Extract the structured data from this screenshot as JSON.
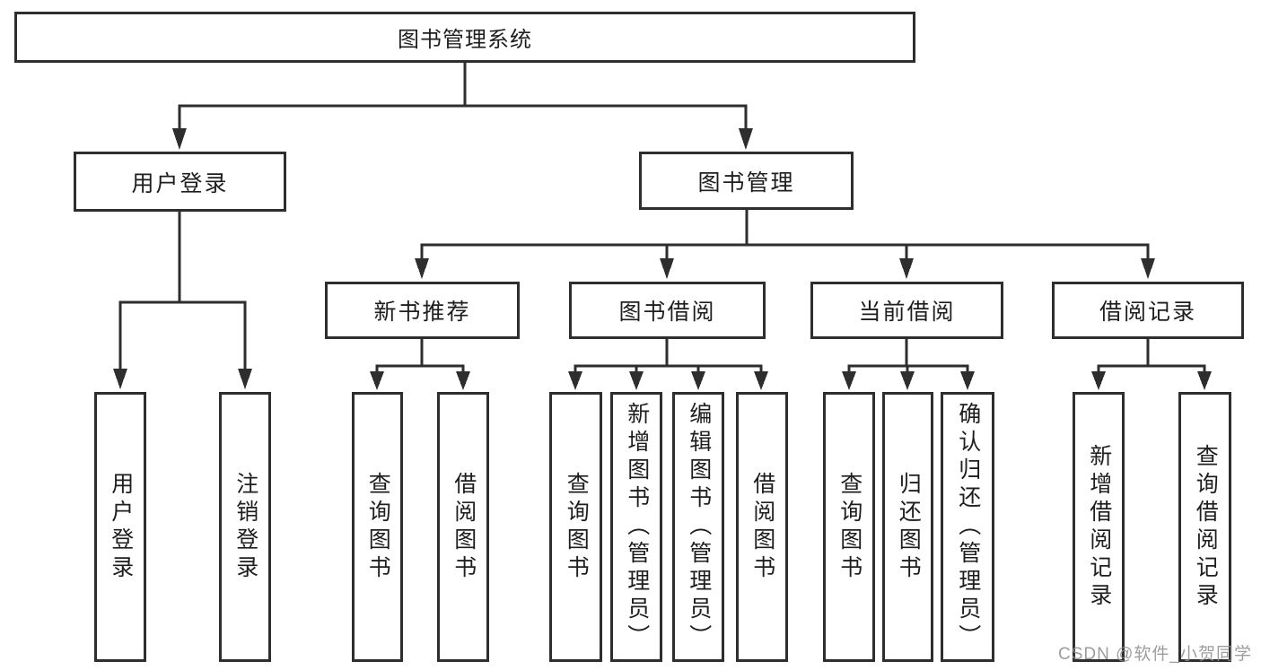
{
  "diagram": {
    "root": {
      "label": "图书管理系统"
    },
    "level2": [
      {
        "label": "用户登录",
        "children": [
          {
            "label": "用户登录"
          },
          {
            "label": "注销登录"
          }
        ]
      },
      {
        "label": "图书管理"
      }
    ],
    "level3": [
      {
        "label": "新书推荐",
        "children": [
          {
            "label": "查询图书"
          },
          {
            "label": "借阅图书"
          }
        ]
      },
      {
        "label": "图书借阅",
        "children": [
          {
            "label": "查询图书"
          },
          {
            "label": "新增图书（管理员）"
          },
          {
            "label": "编辑图书（管理员）"
          },
          {
            "label": "借阅图书"
          }
        ]
      },
      {
        "label": "当前借阅",
        "children": [
          {
            "label": "查询图书"
          },
          {
            "label": "归还图书"
          },
          {
            "label": "确认归还（管理员）"
          }
        ]
      },
      {
        "label": "借阅记录",
        "children": [
          {
            "label": "新增借阅记录"
          },
          {
            "label": "查询借阅记录"
          }
        ]
      }
    ],
    "watermark": "CSDN @软件_小贺同学",
    "colors": {
      "line": "#2e2e2e",
      "box_border": "#2e2e2e",
      "background": "#ffffff",
      "watermark": "#8c8c8c"
    }
  }
}
